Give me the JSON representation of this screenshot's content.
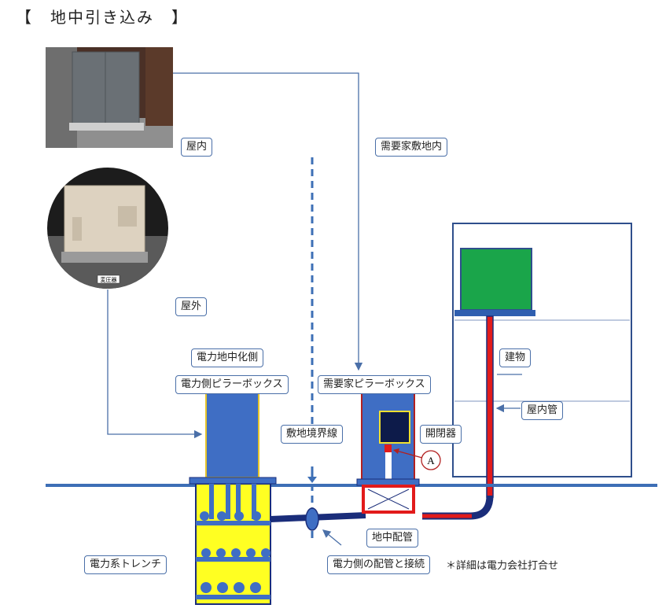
{
  "title": "【　地中引き込み　】",
  "labels": {
    "indoor": "屋内",
    "outdoor": "屋外",
    "customer_premises": "需要家敷地内",
    "building": "建物",
    "indoor_pipe": "屋内管",
    "power_underground_side": "電力地中化側",
    "power_pillar_box": "電力側ピラーボックス",
    "customer_pillar_box": "需要家ピラーボックス",
    "boundary_line": "敷地境界線",
    "switchgear": "開閉器",
    "underground_pipe": "地中配管",
    "power_trench": "電力系トレンチ",
    "pipe_connection": "電力側の配管と接続",
    "marker_a": "A"
  },
  "note": "＊詳細は電力会社打合せ",
  "photo_caption": "変圧器"
}
